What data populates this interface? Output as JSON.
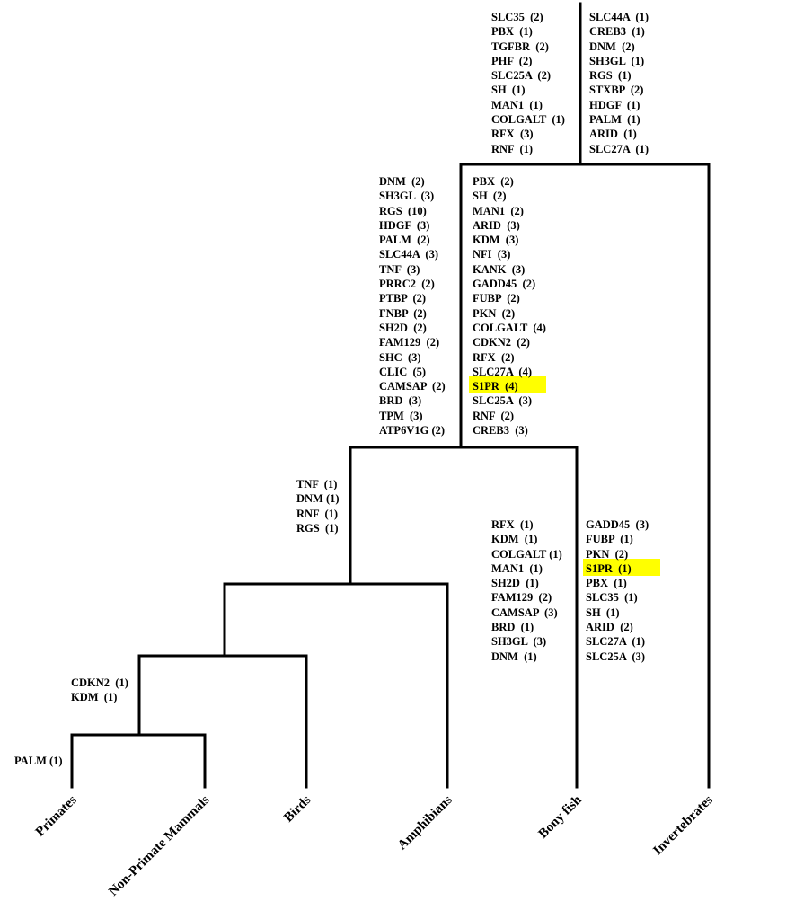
{
  "groups": {
    "root_left": [
      "SLC35  (2)",
      "PBX  (1)",
      "TGFBR  (2)",
      "PHF  (2)",
      "SLC25A  (2)",
      "SH  (1)",
      "MAN1  (1)",
      "COLGALT  (1)",
      "RFX  (3)",
      "RNF  (1)"
    ],
    "root_right": [
      "SLC44A  (1)",
      "CREB3  (1)",
      "DNM  (2)",
      "SH3GL  (1)",
      "RGS  (1)",
      "STXBP  (2)",
      "HDGF  (1)",
      "PALM  (1)",
      "ARID  (1)",
      "SLC27A  (1)"
    ],
    "vert_left": [
      "DNM  (2)",
      "SH3GL  (3)",
      "RGS  (10)",
      "HDGF  (3)",
      "PALM  (2)",
      "SLC44A  (3)",
      "TNF  (3)",
      "PRRC2  (2)",
      "PTBP  (2)",
      "FNBP  (2)",
      "SH2D  (2)",
      "FAM129  (2)",
      "SHC  (3)",
      "CLIC  (5)",
      "CAMSAP  (2)",
      "BRD  (3)",
      "TPM  (3)",
      "ATP6V1G (2)"
    ],
    "vert_right": [
      "PBX  (2)",
      "SH  (2)",
      "MAN1  (2)",
      "ARID  (3)",
      "KDM  (3)",
      "NFI  (3)",
      "KANK  (3)",
      "GADD45  (2)",
      "FUBP  (2)",
      "PKN  (2)",
      "COLGALT  (4)",
      "CDKN2  (2)",
      "RFX  (2)",
      "SLC27A  (4)",
      "S1PR  (4)",
      "SLC25A  (3)",
      "RNF  (2)",
      "CREB3  (3)"
    ],
    "tetrapods": [
      "TNF  (1)",
      "DNM (1)",
      "RNF  (1)",
      "RGS  (1)"
    ],
    "fish_left": [
      "RFX  (1)",
      "KDM  (1)",
      "COLGALT (1)",
      "MAN1  (1)",
      "SH2D  (1)",
      "FAM129  (2)",
      "CAMSAP  (3)",
      "BRD  (1)",
      "SH3GL  (3)",
      "DNM  (1)"
    ],
    "fish_right": [
      "GADD45  (3)",
      "FUBP  (1)",
      "PKN  (2)",
      "S1PR  (1)",
      "PBX  (1)",
      "SLC35  (1)",
      "SH  (1)",
      "ARID  (2)",
      "SLC27A  (1)",
      "SLC25A  (3)"
    ],
    "mammals": [
      "CDKN2  (1)",
      "KDM  (1)"
    ],
    "primates": [
      "PALM (1)"
    ]
  },
  "taxa": [
    "Primates",
    "Non-Primate Mammals",
    "Birds",
    "Amphibians",
    "Bony fish",
    "Invertebrates"
  ],
  "highlight_color": "#ffff00"
}
